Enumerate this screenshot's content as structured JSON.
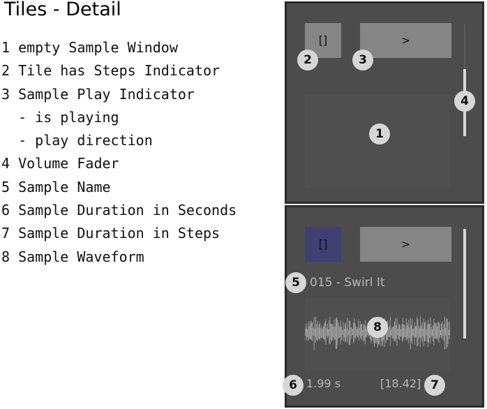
{
  "title": "Tiles - Detail",
  "legend": [
    "1 empty Sample Window",
    "2 Tile has Steps Indicator",
    "3 Sample Play Indicator",
    "  - is playing",
    "  - play direction",
    "4 Volume Fader",
    "5 Sample Name",
    "6 Sample Duration in Seconds",
    "7 Sample Duration in Steps",
    "8 Sample Waveform"
  ],
  "tile_empty": {
    "steps_label": "[]",
    "play_label": ">",
    "volume_level": 0.6
  },
  "tile_loaded": {
    "steps_label": "[]",
    "play_label": ">",
    "sample_name": "015 - Swirl It",
    "duration_seconds": "1.99 s",
    "duration_steps": "[18.42]",
    "volume_level": 0.98
  },
  "badges": [
    "1",
    "2",
    "3",
    "4",
    "5",
    "6",
    "7",
    "8"
  ],
  "colors": {
    "panel_bg": "#4c4c4c",
    "button_bg": "#858585",
    "steps_active_bg": "#3f3f72",
    "fader": "#d8d8d8",
    "badge_bg": "#d6d6d6"
  }
}
